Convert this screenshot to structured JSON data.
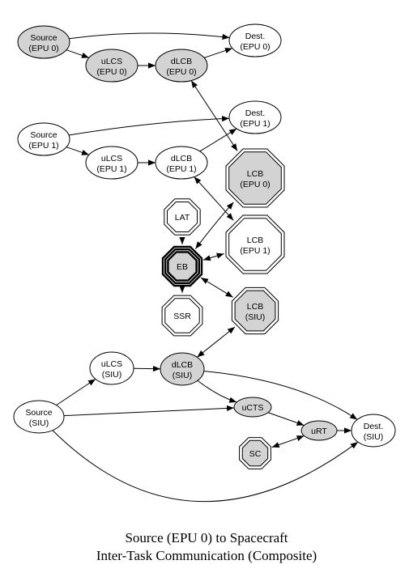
{
  "colors": {
    "shaded": "#d3d3d3",
    "plain": "#ffffff",
    "stroke": "#000000"
  },
  "nodes": {
    "src_epu0": {
      "l1": "Source",
      "l2": "(EPU 0)",
      "fill": "shaded"
    },
    "dest_epu0": {
      "l1": "Dest.",
      "l2": "(EPU 0)",
      "fill": "plain"
    },
    "ulcs_epu0": {
      "l1": "uLCS",
      "l2": "(EPU 0)",
      "fill": "shaded"
    },
    "dlcb_epu0": {
      "l1": "dLCB",
      "l2": "(EPU 0)",
      "fill": "shaded"
    },
    "src_epu1": {
      "l1": "Source",
      "l2": "(EPU 1)",
      "fill": "plain"
    },
    "dest_epu1": {
      "l1": "Dest.",
      "l2": "(EPU 1)",
      "fill": "plain"
    },
    "ulcs_epu1": {
      "l1": "uLCS",
      "l2": "(EPU 1)",
      "fill": "plain"
    },
    "dlcb_epu1": {
      "l1": "dLCB",
      "l2": "(EPU 1)",
      "fill": "plain"
    },
    "lcb_epu0": {
      "l1": "LCB",
      "l2": "(EPU 0)",
      "fill": "shaded"
    },
    "lcb_epu1": {
      "l1": "LCB",
      "l2": "(EPU 1)",
      "fill": "plain"
    },
    "lat": {
      "l1": "LAT",
      "fill": "plain"
    },
    "eb": {
      "l1": "EB",
      "fill": "shaded"
    },
    "ssr": {
      "l1": "SSR",
      "fill": "plain"
    },
    "lcb_siu": {
      "l1": "LCB",
      "l2": "(SIU)",
      "fill": "shaded"
    },
    "ulcs_siu": {
      "l1": "uLCS",
      "l2": "(SIU)",
      "fill": "plain"
    },
    "dlcb_siu": {
      "l1": "dLCB",
      "l2": "(SIU)",
      "fill": "shaded"
    },
    "src_siu": {
      "l1": "Source",
      "l2": "(SIU)",
      "fill": "plain"
    },
    "ucts": {
      "l1": "uCTS",
      "fill": "shaded"
    },
    "urt": {
      "l1": "uRT",
      "fill": "shaded"
    },
    "dest_siu": {
      "l1": "Dest.",
      "l2": "(SIU)",
      "fill": "plain"
    },
    "sc": {
      "l1": "SC",
      "fill": "shaded"
    }
  },
  "edges": [
    {
      "from": "src_epu0",
      "to": "dest_epu0",
      "dir": "forward"
    },
    {
      "from": "src_epu0",
      "to": "ulcs_epu0",
      "dir": "forward"
    },
    {
      "from": "ulcs_epu0",
      "to": "dlcb_epu0",
      "dir": "forward"
    },
    {
      "from": "dlcb_epu0",
      "to": "dest_epu0",
      "dir": "forward"
    },
    {
      "from": "dlcb_epu0",
      "to": "lcb_epu0",
      "dir": "both"
    },
    {
      "from": "src_epu1",
      "to": "dest_epu1",
      "dir": "forward"
    },
    {
      "from": "src_epu1",
      "to": "ulcs_epu1",
      "dir": "forward"
    },
    {
      "from": "ulcs_epu1",
      "to": "dlcb_epu1",
      "dir": "forward"
    },
    {
      "from": "dlcb_epu1",
      "to": "dest_epu1",
      "dir": "forward"
    },
    {
      "from": "dlcb_epu1",
      "to": "lcb_epu1",
      "dir": "both"
    },
    {
      "from": "lat",
      "to": "eb",
      "dir": "forward"
    },
    {
      "from": "eb",
      "to": "ssr",
      "dir": "forward"
    },
    {
      "from": "eb",
      "to": "lcb_epu0",
      "dir": "both"
    },
    {
      "from": "eb",
      "to": "lcb_epu1",
      "dir": "both"
    },
    {
      "from": "eb",
      "to": "lcb_siu",
      "dir": "both"
    },
    {
      "from": "dlcb_siu",
      "to": "lcb_siu",
      "dir": "both"
    },
    {
      "from": "ulcs_siu",
      "to": "dlcb_siu",
      "dir": "forward"
    },
    {
      "from": "src_siu",
      "to": "ulcs_siu",
      "dir": "forward"
    },
    {
      "from": "src_siu",
      "to": "ucts",
      "dir": "forward"
    },
    {
      "from": "dlcb_siu",
      "to": "ucts",
      "dir": "forward"
    },
    {
      "from": "dlcb_siu",
      "to": "dest_siu",
      "dir": "forward"
    },
    {
      "from": "ucts",
      "to": "urt",
      "dir": "forward"
    },
    {
      "from": "urt",
      "to": "dest_siu",
      "dir": "forward"
    },
    {
      "from": "sc",
      "to": "urt",
      "dir": "both"
    },
    {
      "from": "src_siu",
      "to": "dest_siu",
      "dir": "forward"
    }
  ],
  "caption": {
    "line1": "Source (EPU 0) to Spacecraft",
    "line2": "Inter-Task Communication (Composite)"
  }
}
